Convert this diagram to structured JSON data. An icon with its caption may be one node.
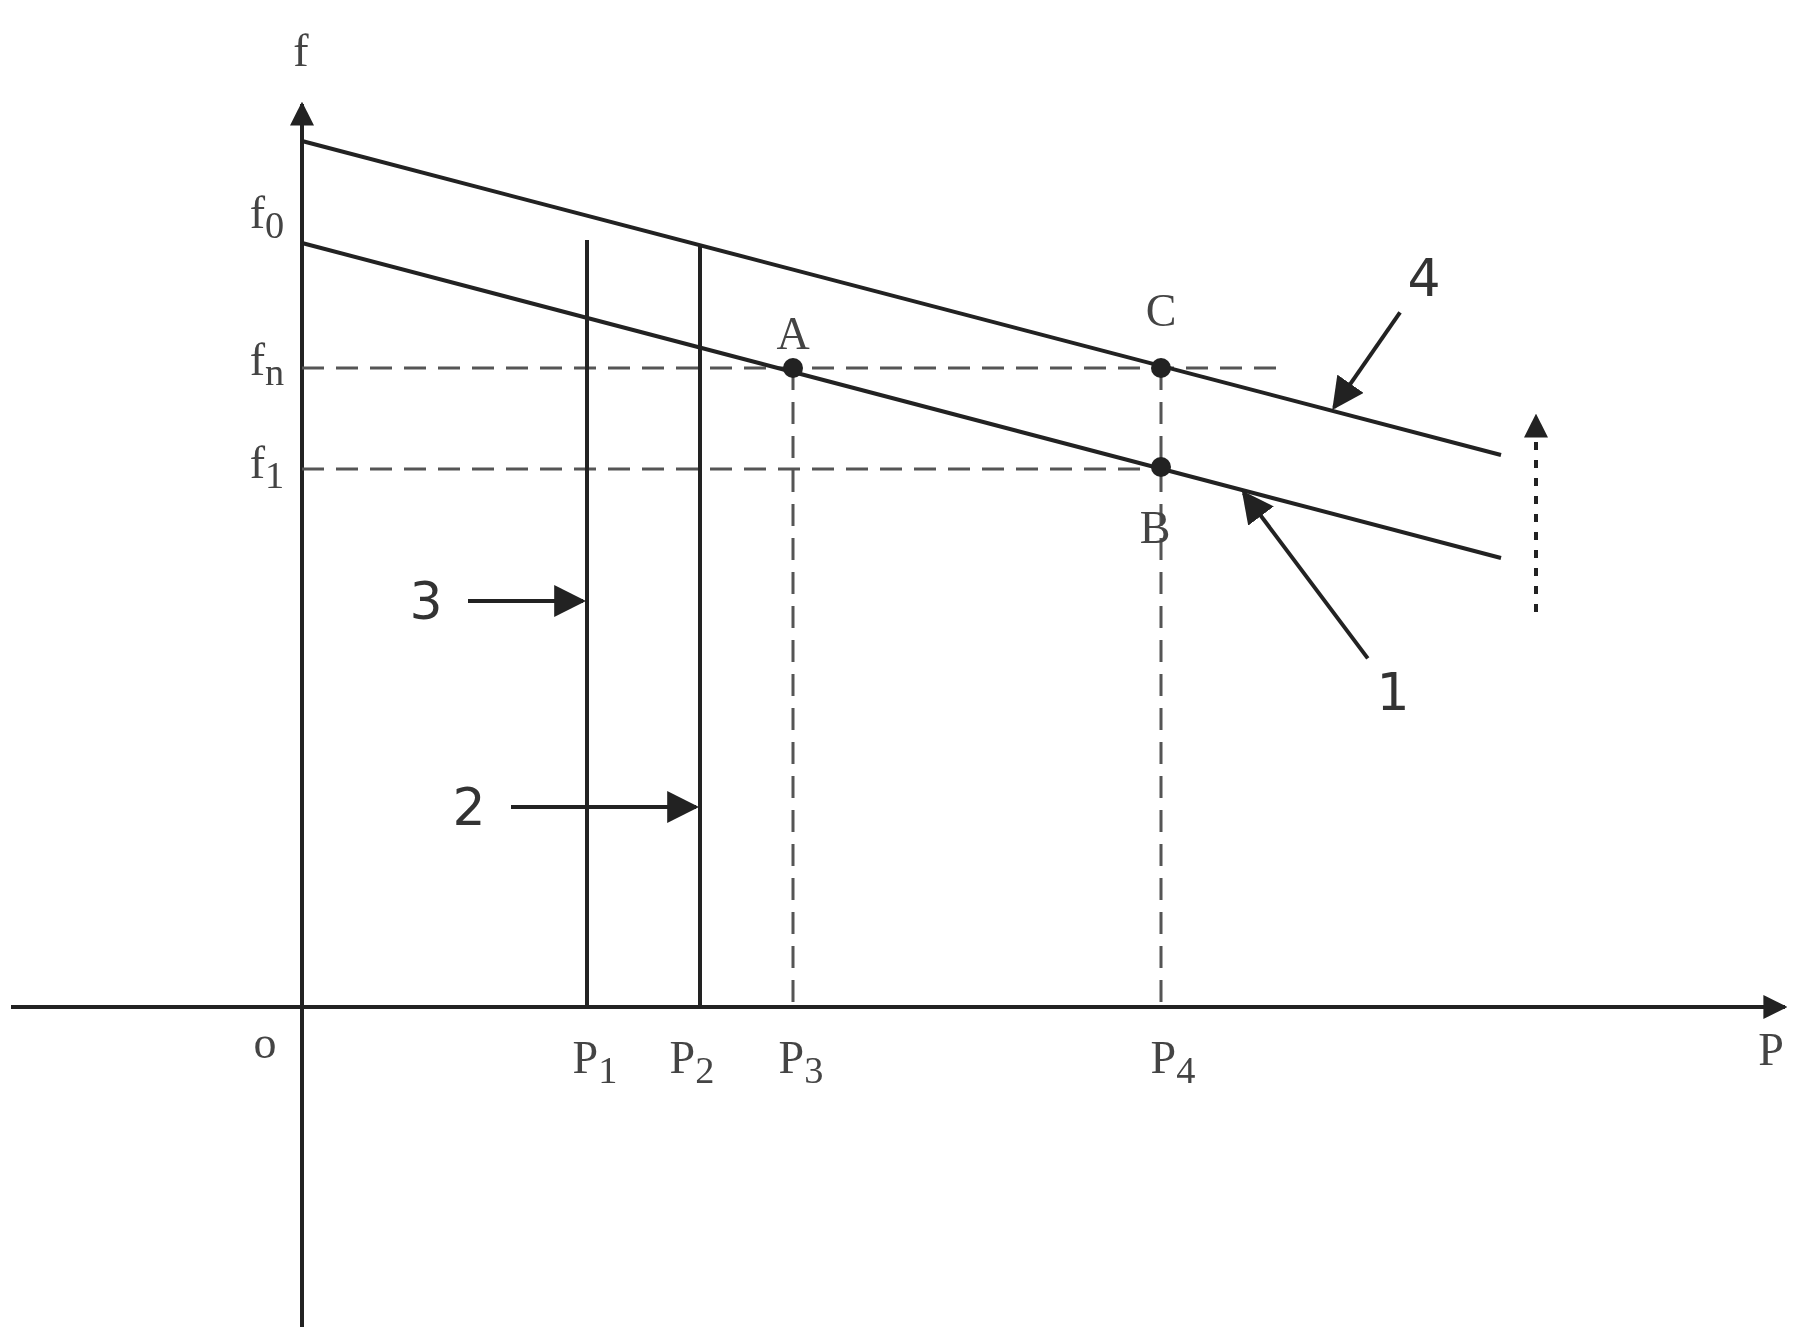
{
  "diagram": {
    "nodes": [
      {
        "text": [
          "1"
        ]
      },
      {
        "text": [],
        "shape": "line"
      },
      {
        "text": [
          "2"
        ]
      },
      {
        "text": [],
        "shape": "line"
      },
      {
        "text": [
          "3"
        ]
      },
      {
        "text": [],
        "shape": "line"
      },
      {
        "text": [
          "4"
        ]
      },
      {
        "text": [],
        "shape": "line"
      }
    ],
    "edges": [
      {
        "from": 0,
        "to": 1,
        "arrow": "to"
      },
      {
        "from": 2,
        "to": 3,
        "arrow": "to"
      },
      {
        "from": 4,
        "to": 5,
        "arrow": "to"
      },
      {
        "from": 6,
        "to": 7,
        "arrow": "to"
      }
    ],
    "labels": [
      "f",
      "f$_{0}$",
      "C",
      "A",
      "f$_{n}$",
      "f$_{1}$",
      "B",
      "o",
      "P$_{1}$",
      "P$_{2}$",
      "P$_{3}$",
      "P$_{4}$",
      "P"
    ]
  }
}
